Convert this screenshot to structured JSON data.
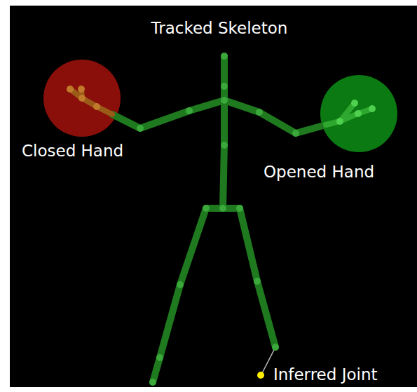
{
  "diagram": {
    "title": "Tracked Skeleton",
    "labels": [
      "Closed Hand",
      "Opened Hand",
      "Inferred Joint"
    ]
  }
}
